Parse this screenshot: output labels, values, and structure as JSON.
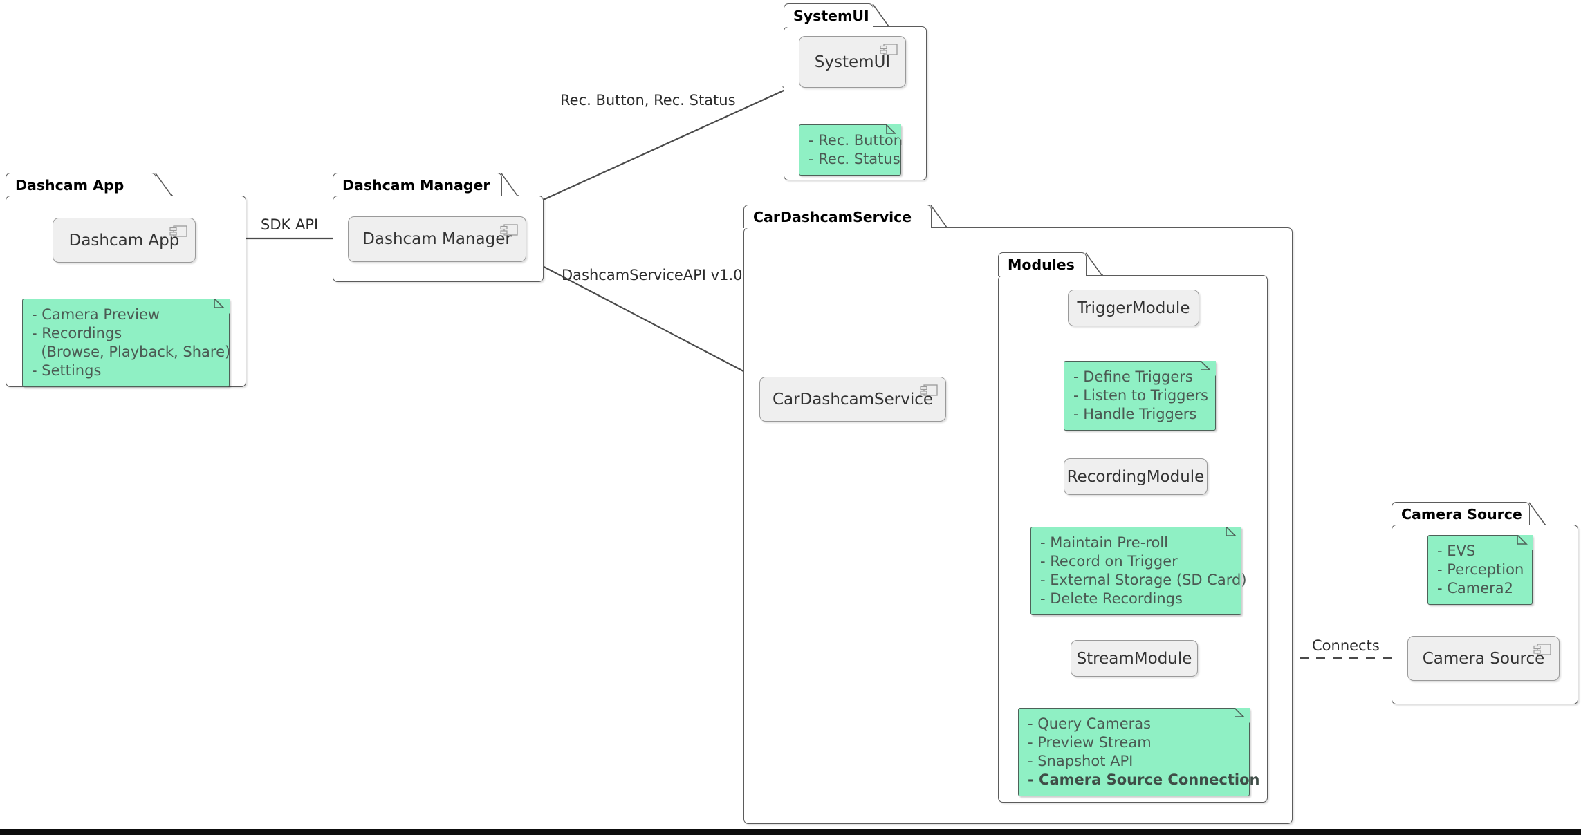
{
  "diagram": {
    "title": "Dashcam Architecture Component Diagram",
    "colors": {
      "note_fill": "#8ff0c4",
      "note_border": "#4e6158",
      "component_fill": "#efefef",
      "component_border": "#9a9a9a",
      "package_border": "#5b5b5b",
      "edge": "#4a4a4a",
      "background": "#ffffff"
    }
  },
  "packages": [
    {
      "id": "dashcam-app",
      "label": "Dashcam App"
    },
    {
      "id": "dashcam-manager",
      "label": "Dashcam Manager"
    },
    {
      "id": "system-ui",
      "label": "SystemUI"
    },
    {
      "id": "car-dashcam-service",
      "label": "CarDashcamService"
    },
    {
      "id": "modules",
      "label": "Modules"
    },
    {
      "id": "camera-source",
      "label": "Camera Source"
    }
  ],
  "components": [
    {
      "id": "dashcam-app",
      "label": "Dashcam App"
    },
    {
      "id": "dashcam-manager",
      "label": "Dashcam Manager"
    },
    {
      "id": "system-ui",
      "label": "SystemUI"
    },
    {
      "id": "car-dashcam-service",
      "label": "CarDashcamService"
    },
    {
      "id": "trigger-module",
      "label": "TriggerModule"
    },
    {
      "id": "recording-module",
      "label": "RecordingModule"
    },
    {
      "id": "stream-module",
      "label": "StreamModule"
    },
    {
      "id": "camera-source",
      "label": "Camera Source"
    }
  ],
  "notes": {
    "dashcam_app": {
      "target": "Dashcam App",
      "lines": [
        {
          "text": "- Camera Preview",
          "bold": false
        },
        {
          "text": "- Recordings",
          "bold": false
        },
        {
          "text": "  (Browse, Playback, Share)",
          "bold": false
        },
        {
          "text": "- Settings",
          "bold": false
        }
      ]
    },
    "system_ui": {
      "target": "SystemUI",
      "lines": [
        {
          "text": "- Rec. Button",
          "bold": false
        },
        {
          "text": "- Rec. Status",
          "bold": false
        }
      ]
    },
    "trigger_module": {
      "target": "TriggerModule",
      "lines": [
        {
          "text": "- Define Triggers",
          "bold": false
        },
        {
          "text": "- Listen to Triggers",
          "bold": false
        },
        {
          "text": "- Handle Triggers",
          "bold": false
        }
      ]
    },
    "recording_module": {
      "target": "RecordingModule",
      "lines": [
        {
          "text": "- Maintain Pre-roll",
          "bold": false
        },
        {
          "text": "- Record on Trigger",
          "bold": false
        },
        {
          "text": "- External Storage (SD Card)",
          "bold": false
        },
        {
          "text": "- Delete Recordings",
          "bold": false
        }
      ]
    },
    "stream_module": {
      "target": "StreamModule",
      "lines": [
        {
          "text": "- Query Cameras",
          "bold": false
        },
        {
          "text": "- Preview Stream",
          "bold": false
        },
        {
          "text": "- Snapshot API",
          "bold": false
        },
        {
          "text": "- Camera Source Connection",
          "bold": true
        }
      ]
    },
    "camera_source": {
      "target": "Camera Source",
      "lines": [
        {
          "text": "- EVS",
          "bold": false
        },
        {
          "text": "- Perception",
          "bold": false
        },
        {
          "text": "- Camera2",
          "bold": false
        }
      ]
    }
  },
  "edges": [
    {
      "id": "sdk-api",
      "from": "Dashcam App",
      "to": "Dashcam Manager",
      "label": "SDK API",
      "style": "solid-arrow"
    },
    {
      "id": "rec-button-status",
      "from": "Dashcam Manager",
      "to": "SystemUI",
      "label": "Rec. Button, Rec. Status",
      "style": "solid-arrow"
    },
    {
      "id": "dashcam-service-api",
      "from": "Dashcam Manager",
      "to": "CarDashcamService",
      "label": "DashcamServiceAPI v1.0",
      "style": "solid-arrow"
    },
    {
      "id": "svc-trigger",
      "from": "CarDashcamService",
      "to": "TriggerModule",
      "label": "",
      "style": "solid-arrow"
    },
    {
      "id": "svc-recording",
      "from": "CarDashcamService",
      "to": "RecordingModule",
      "label": "",
      "style": "solid-arrow"
    },
    {
      "id": "svc-stream",
      "from": "CarDashcamService",
      "to": "StreamModule",
      "label": "",
      "style": "solid-arrow-curved"
    },
    {
      "id": "stream-camera",
      "from": "StreamModule",
      "to": "Camera Source",
      "label": "Connects",
      "style": "dashed"
    }
  ]
}
